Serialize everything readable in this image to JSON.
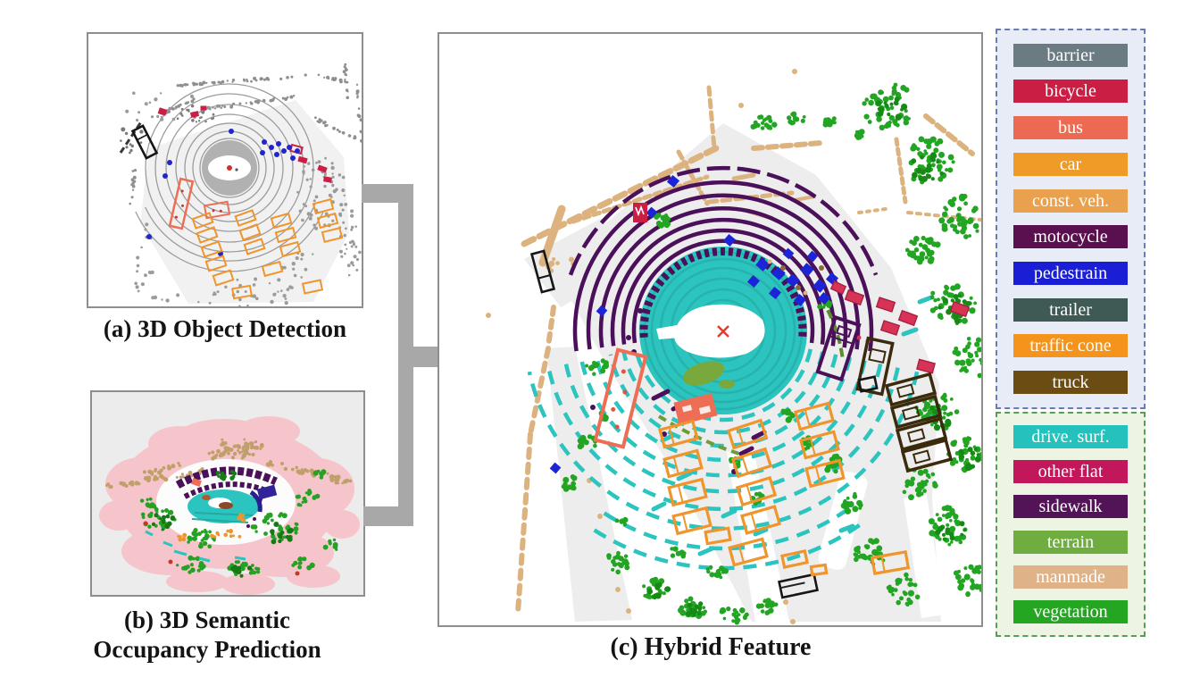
{
  "panels": {
    "a": {
      "caption": "(a) 3D Object Detection"
    },
    "b": {
      "caption_line1": "(b) 3D Semantic",
      "caption_line2": "Occupancy Prediction"
    },
    "c": {
      "caption": "(c) Hybrid Feature",
      "ego_marker": "×"
    }
  },
  "legend_objects": {
    "items": [
      {
        "label": "barrier",
        "color": "#6b7b82"
      },
      {
        "label": "bicycle",
        "color": "#cb1e45"
      },
      {
        "label": "bus",
        "color": "#ed6a52"
      },
      {
        "label": "car",
        "color": "#f09b28"
      },
      {
        "label": "const. veh.",
        "color": "#e9a14e"
      },
      {
        "label": "motocycle",
        "color": "#5a0f4e"
      },
      {
        "label": "pedestrain",
        "color": "#1a1fd6"
      },
      {
        "label": "trailer",
        "color": "#3f5955"
      },
      {
        "label": "traffic cone",
        "color": "#f4941c"
      },
      {
        "label": "truck",
        "color": "#6b4d14"
      }
    ],
    "border_color": "#6b7cb0",
    "background": "#e8ecf7"
  },
  "legend_surfaces": {
    "items": [
      {
        "label": "drive. surf.",
        "color": "#25c2bd"
      },
      {
        "label": "other flat",
        "color": "#c2175b"
      },
      {
        "label": "sidewalk",
        "color": "#521457"
      },
      {
        "label": "terrain",
        "color": "#70ad40"
      },
      {
        "label": "manmade",
        "color": "#dfb287"
      },
      {
        "label": "vegetation",
        "color": "#25a622"
      }
    ],
    "border_color": "#55a055",
    "background": "#eef4e3"
  }
}
